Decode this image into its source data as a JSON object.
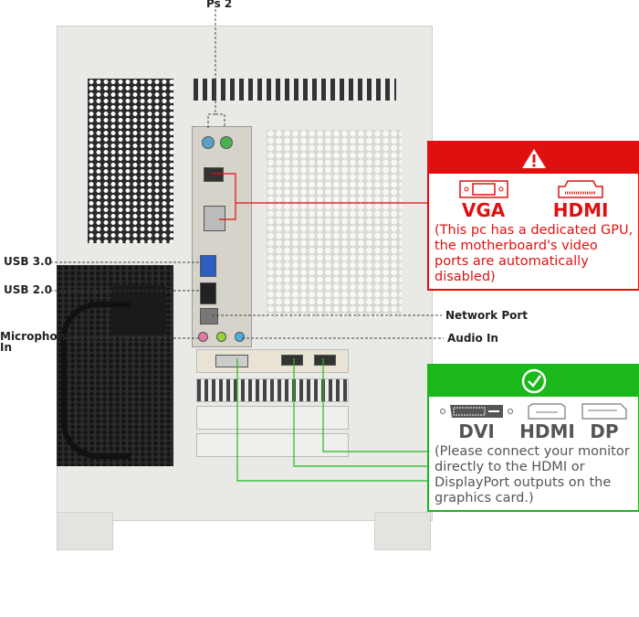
{
  "labels": {
    "ps2": "Ps 2",
    "usb3": "USB 3.0",
    "usb2": "USB 2.0",
    "microphone": "Microphone In",
    "network": "Network Port",
    "audio": "Audio In"
  },
  "warning_box": {
    "icon": "warning-triangle-icon",
    "ports": [
      "VGA",
      "HDMI"
    ],
    "note": "(This pc has a dedicated GPU, the motherboard's video ports are automatically disabled)",
    "color": "#e01010"
  },
  "ok_box": {
    "icon": "check-circle-icon",
    "ports": [
      "DVI",
      "HDMI",
      "DP"
    ],
    "note": "(Please connect your monitor directly to the HDMI or DisplayPort outputs on the graphics card.)",
    "color": "#1bb81b"
  }
}
